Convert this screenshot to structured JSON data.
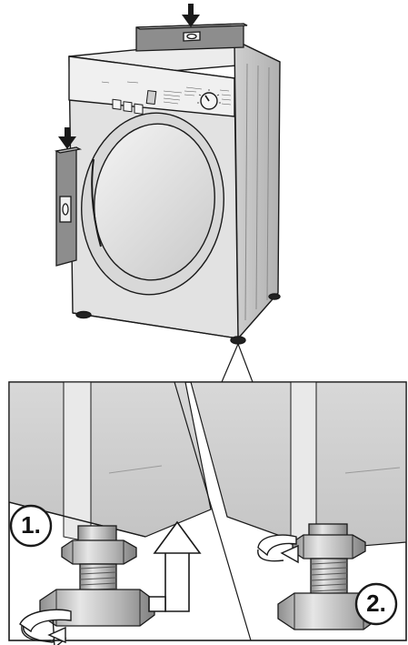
{
  "figure": {
    "steps": [
      {
        "id": "step1",
        "label": "1."
      },
      {
        "id": "step2",
        "label": "2."
      }
    ],
    "colors": {
      "outline": "#1a1a1a",
      "machine_body": "#e4e4e4",
      "machine_shade": "#c8c8c8",
      "metal_light": "#d9d9d9",
      "metal_dark": "#9a9a9a",
      "level_body": "#8d8d8d",
      "background": "#ffffff"
    }
  }
}
